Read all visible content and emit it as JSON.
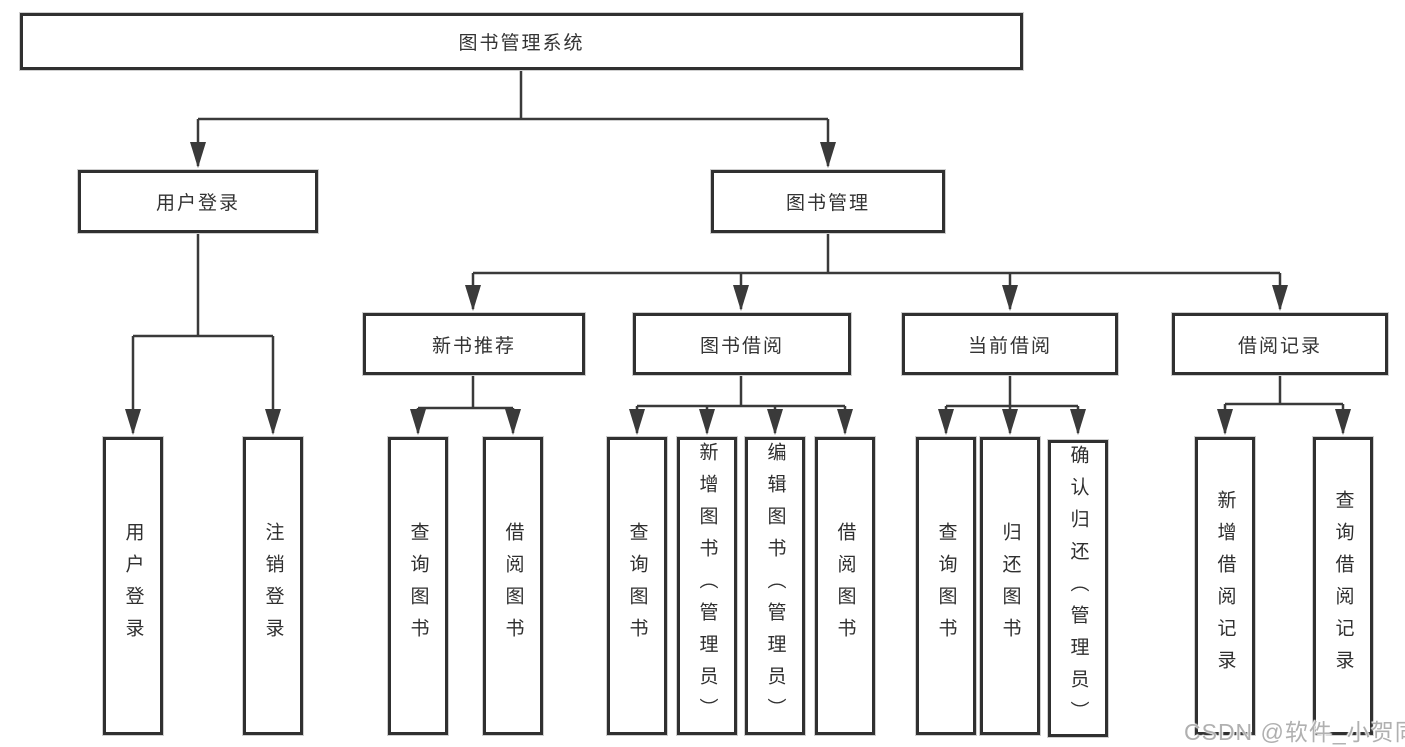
{
  "diagram": {
    "root": {
      "label": "图书管理系统"
    },
    "user_login": {
      "label": "用户登录",
      "children": [
        {
          "label": "用户登录"
        },
        {
          "label": "注销登录"
        }
      ]
    },
    "book_mgmt": {
      "label": "图书管理",
      "groups": [
        {
          "label": "新书推荐",
          "children": [
            {
              "label": "查询图书"
            },
            {
              "label": "借阅图书"
            }
          ]
        },
        {
          "label": "图书借阅",
          "children": [
            {
              "label": "查询图书"
            },
            {
              "label": "新增图书（管理员）"
            },
            {
              "label": "编辑图书（管理员）"
            },
            {
              "label": "借阅图书"
            }
          ]
        },
        {
          "label": "当前借阅",
          "children": [
            {
              "label": "查询图书"
            },
            {
              "label": "归还图书"
            },
            {
              "label": "确认归还（管理员）"
            }
          ]
        },
        {
          "label": "借阅记录",
          "children": [
            {
              "label": "新增借阅记录"
            },
            {
              "label": "查询借阅记录"
            }
          ]
        }
      ]
    }
  },
  "watermark": {
    "text": "CSDN @软件_小贺同学",
    "color": "#b0b0b0"
  },
  "colors": {
    "line": "#3a3a3a",
    "box_border": "#303030",
    "text": "#333333",
    "background": "#ffffff"
  }
}
